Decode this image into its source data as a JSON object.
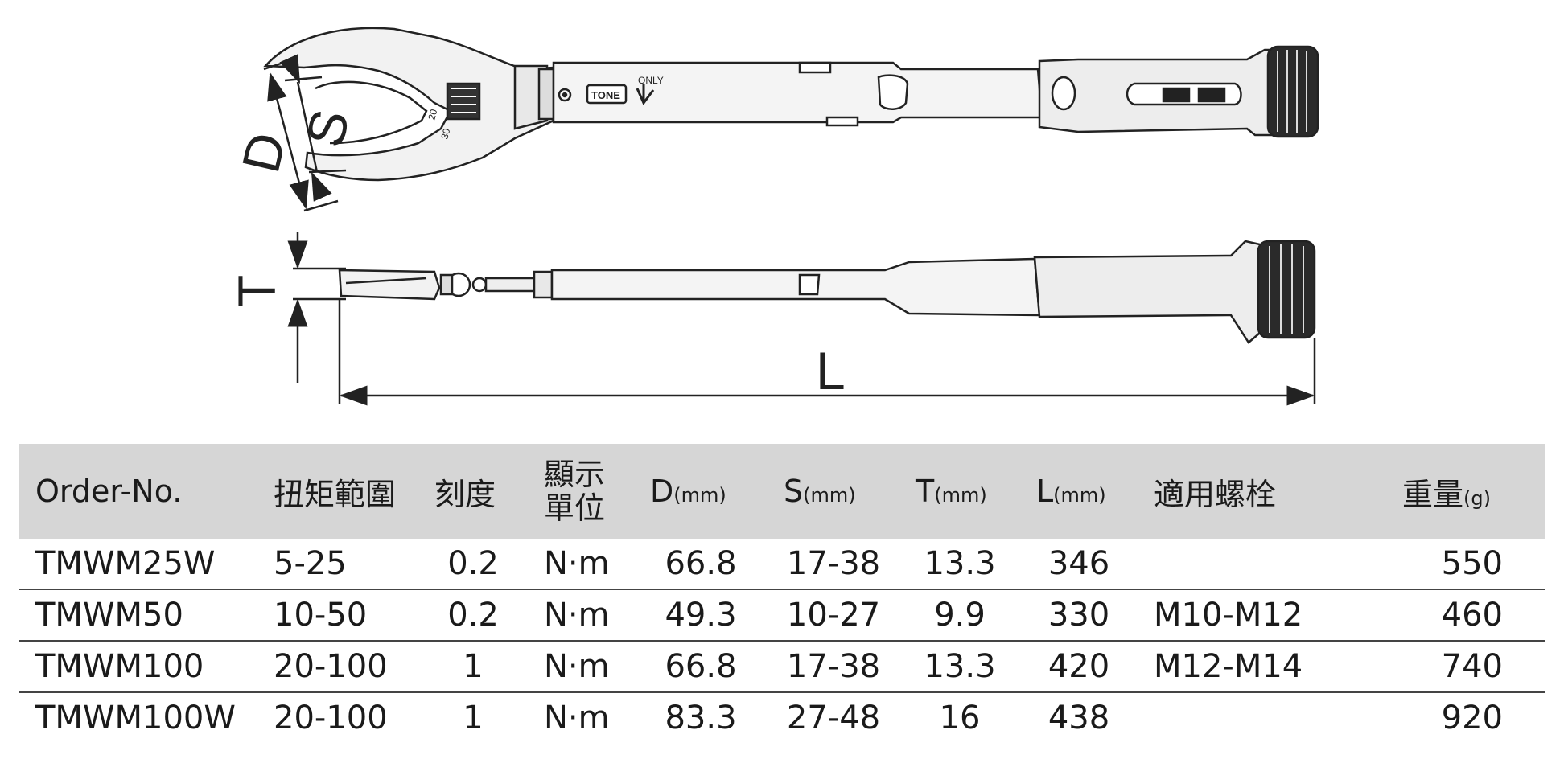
{
  "diagram": {
    "labels": {
      "D": "D",
      "S": "S",
      "T": "T",
      "L": "L"
    },
    "brand": "TONE",
    "scale_marks": [
      "20",
      "30"
    ],
    "direction_text": "ONLY"
  },
  "table": {
    "headers": {
      "order_no": "Order-No.",
      "torque_range": "扭矩範圍",
      "graduation": "刻度",
      "display_unit_1": "顯示",
      "display_unit_2": "單位",
      "d": "D",
      "s": "S",
      "t": "T",
      "l": "L",
      "mm_unit": "(mm)",
      "bolt": "適用螺栓",
      "weight": "重量",
      "g_unit": "(g)"
    },
    "rows": [
      {
        "order_no": "TMWM25W",
        "torque_range": "5-25",
        "graduation": "0.2",
        "unit": "N·m",
        "d": "66.8",
        "s": "17-38",
        "t": "13.3",
        "l": "346",
        "bolt": "",
        "weight": "550"
      },
      {
        "order_no": "TMWM50",
        "torque_range": "10-50",
        "graduation": "0.2",
        "unit": "N·m",
        "d": "49.3",
        "s": "10-27",
        "t": "9.9",
        "l": "330",
        "bolt": "M10-M12",
        "weight": "460"
      },
      {
        "order_no": "TMWM100",
        "torque_range": "20-100",
        "graduation": "1",
        "unit": "N·m",
        "d": "66.8",
        "s": "17-38",
        "t": "13.3",
        "l": "420",
        "bolt": "M12-M14",
        "weight": "740"
      },
      {
        "order_no": "TMWM100W",
        "torque_range": "20-100",
        "graduation": "1",
        "unit": "N·m",
        "d": "83.3",
        "s": "27-48",
        "t": "16",
        "l": "438",
        "bolt": "",
        "weight": "920"
      }
    ]
  }
}
